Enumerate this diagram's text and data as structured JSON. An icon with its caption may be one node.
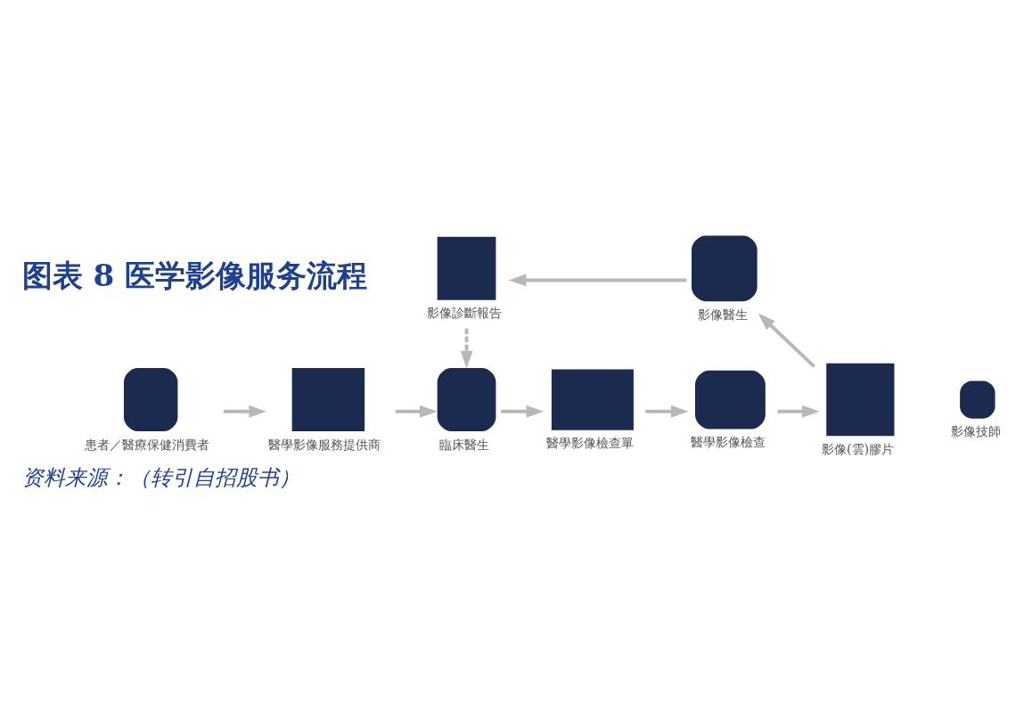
{
  "diagram": {
    "title": "图表 8 医学影像服务流程",
    "caption": "资料来源：（转引自招股书）",
    "nodes": [
      {
        "text": [
          "患者／醫療保健消費者"
        ]
      },
      {
        "text": [
          "醫學影像服務提供商"
        ]
      },
      {
        "text": [
          "臨床醫生"
        ]
      },
      {
        "text": [
          "醫學影像檢查單"
        ]
      },
      {
        "text": [
          "醫學影像檢查"
        ]
      },
      {
        "text": [
          "影像技師"
        ]
      },
      {
        "text": [
          "影像(雲)膠片"
        ]
      },
      {
        "text": [
          "影像醫生"
        ]
      },
      {
        "text": [
          "影像診斷報告"
        ]
      }
    ],
    "edges": [
      {
        "from": 0,
        "to": 1,
        "arrow": "to"
      },
      {
        "from": 1,
        "to": 2,
        "arrow": "to"
      },
      {
        "from": 2,
        "to": 3,
        "arrow": "to"
      },
      {
        "from": 3,
        "to": 4,
        "arrow": "to"
      },
      {
        "from": 4,
        "to": 6,
        "arrow": "to"
      },
      {
        "from": 6,
        "to": 7,
        "arrow": "to"
      },
      {
        "from": 7,
        "to": 8,
        "arrow": "to"
      },
      {
        "from": 8,
        "to": 2,
        "arrow": "to",
        "style": "dashed"
      }
    ]
  }
}
